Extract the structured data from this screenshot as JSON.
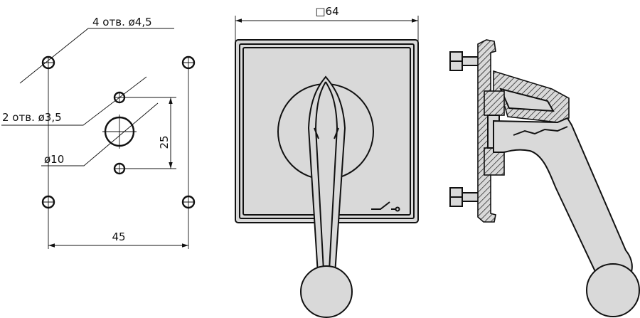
{
  "drawing": {
    "dim_square": "□64",
    "dim_4_holes": "4 отв. ø4,5",
    "dim_2_holes": "2 отв. ø3,5",
    "dim_center_hole": "ø10",
    "dim_vertical": "25",
    "dim_horizontal": "45"
  },
  "colors": {
    "body": "#d9d9d9",
    "line": "#111111"
  }
}
